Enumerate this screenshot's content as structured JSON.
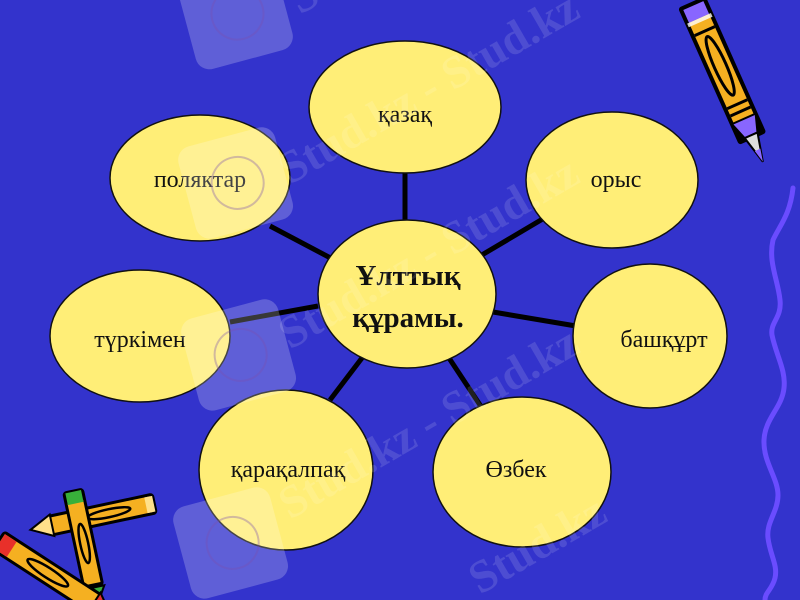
{
  "diagram": {
    "title": "Ұлттық құрамы",
    "center": {
      "label_line1": "Ұлттық",
      "label_line2": "құрамы."
    },
    "nodes": [
      {
        "id": "kazakh",
        "label": "қазақ"
      },
      {
        "id": "russian",
        "label": "орыс"
      },
      {
        "id": "bashkir",
        "label": "башқұрт"
      },
      {
        "id": "uzbek",
        "label": "Өзбек"
      },
      {
        "id": "karakalpak",
        "label": "қарақалпақ"
      },
      {
        "id": "turkmen",
        "label": "түркімен"
      },
      {
        "id": "poles",
        "label": "поляктар"
      }
    ],
    "colors": {
      "background": "#3333cc",
      "node_fill": "#ffee77",
      "node_stroke": "#111111",
      "connector": "#000000",
      "squiggle": "#6a4cff",
      "pencil_body": "#f5b021",
      "pencil_tip": "#8866ff",
      "crayon_red": "#e8302a",
      "crayon_green": "#38b03a"
    }
  },
  "watermark": {
    "text": "Stud.kz",
    "text_dashed": "Stud.kz - Stud.kz"
  },
  "decorations": {
    "top_right": "pencil-icon",
    "bottom_left": "crayons-icon",
    "right_edge": "squiggle-line"
  }
}
